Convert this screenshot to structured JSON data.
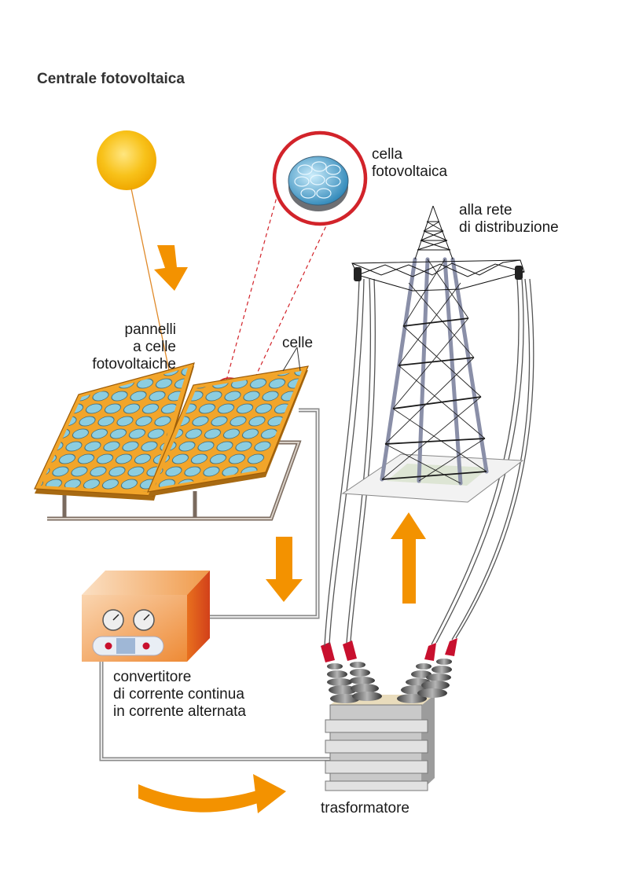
{
  "title": "Centrale fotovoltaica",
  "labels": {
    "cell": [
      "cella",
      "fotovoltaica"
    ],
    "grid": [
      "alla rete",
      "di distribuzione"
    ],
    "panels": [
      "pannelli",
      "a celle",
      "fotovoltaiche"
    ],
    "cells": "celle",
    "converter": [
      "convertitore",
      "di corrente continua",
      "in corrente alternata"
    ],
    "transformer": "trasformatore"
  },
  "colors": {
    "sun": "#f6b400",
    "arrow": "#f39200",
    "panel_frame": "#f2a52a",
    "panel_cell": "#8ccde0",
    "converter_box": "#ef8d3a",
    "insulator_tip": "#c8102e",
    "zoom_circle": "#d2232a",
    "tower": "#8a8fa8",
    "wire": "#9a9a9a"
  }
}
